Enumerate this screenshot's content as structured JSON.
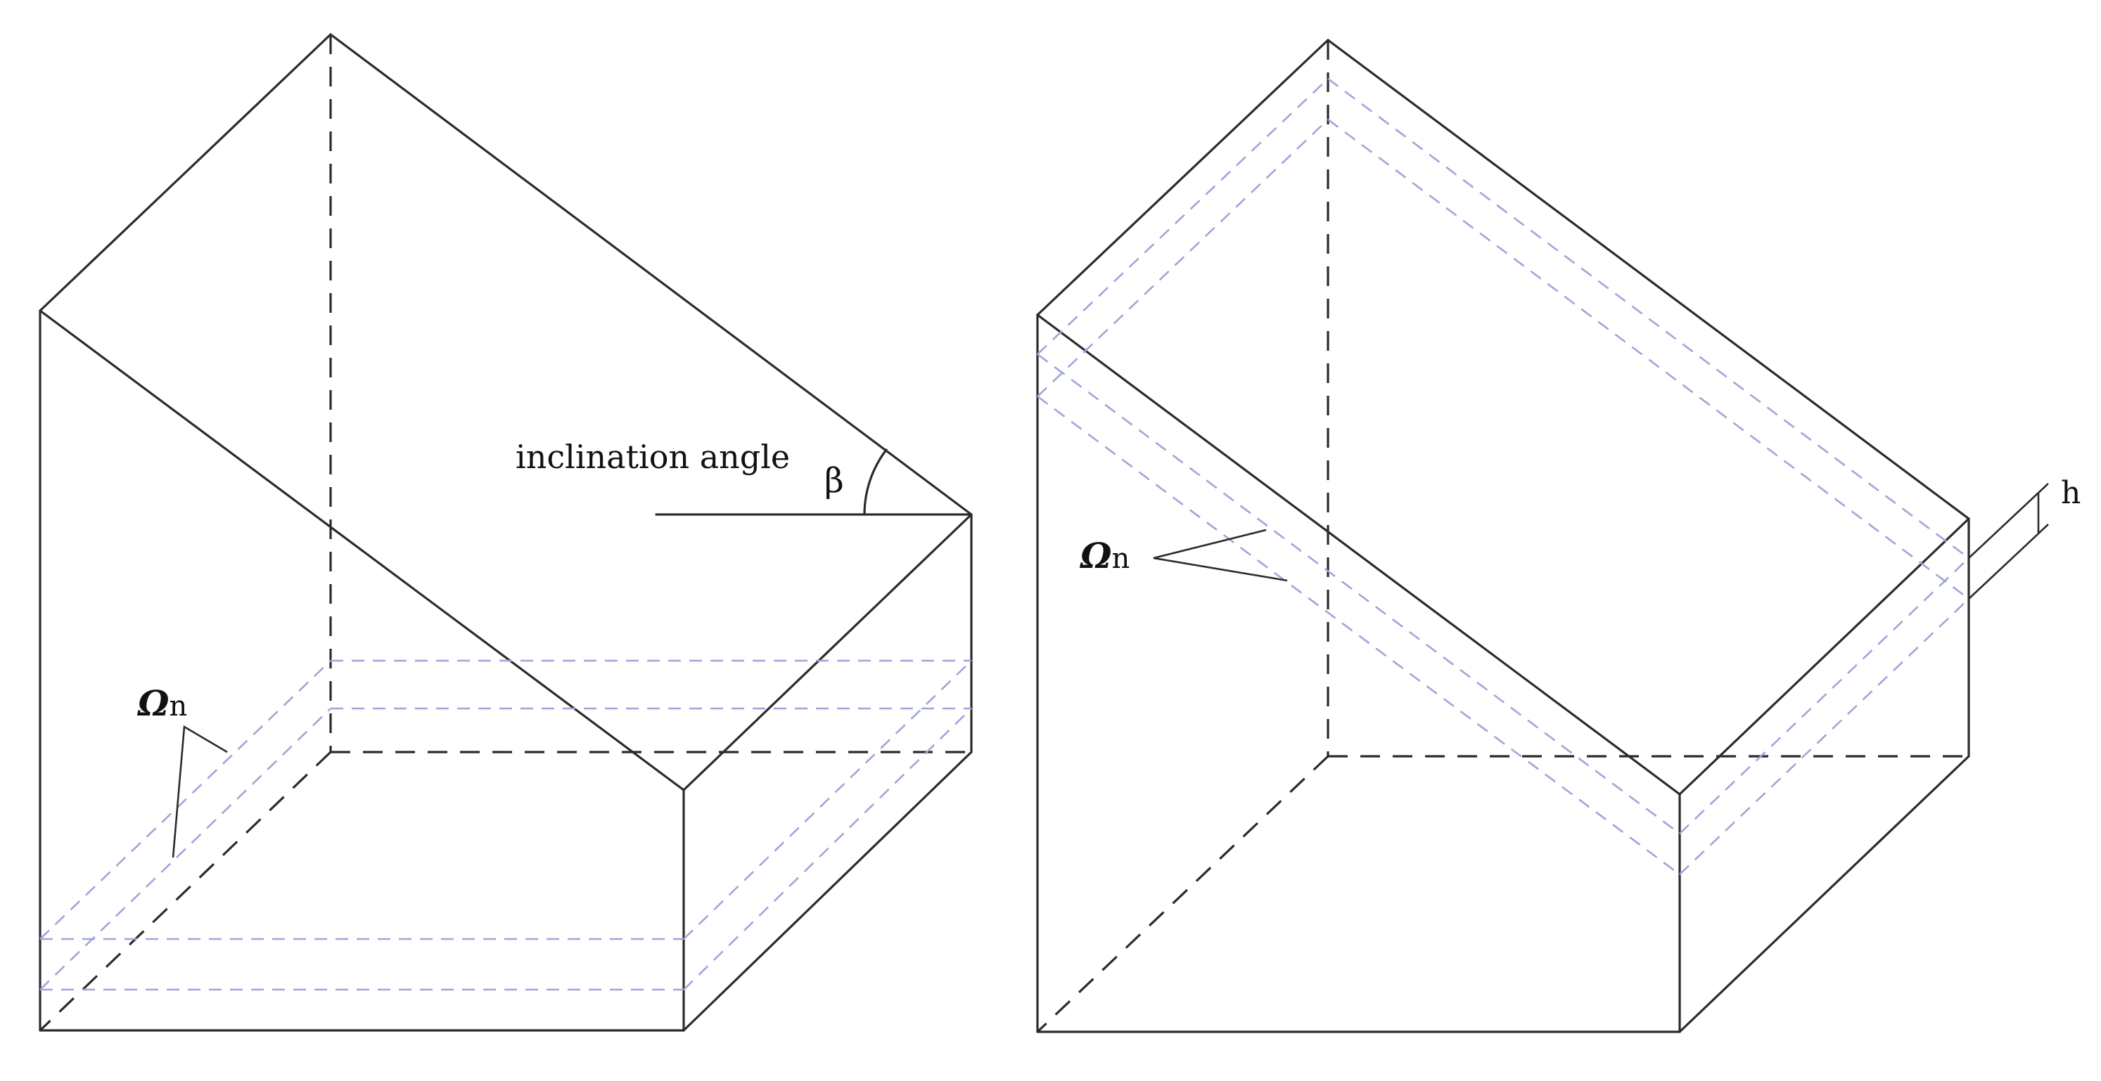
{
  "colors": {
    "edge": "#2b2b2b",
    "layer": "#9ea6d8"
  },
  "left": {
    "inclination_label": "inclination angle",
    "angle_symbol": "β",
    "omega_symbol": "Ω",
    "omega_subscript": "n"
  },
  "right": {
    "omega_symbol": "Ω",
    "omega_subscript": "n",
    "thickness_label": "h"
  }
}
